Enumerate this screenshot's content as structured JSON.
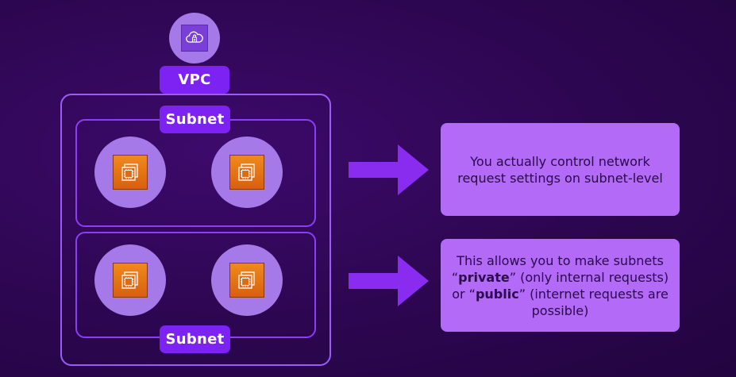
{
  "diagram": {
    "vpc": {
      "icon": "cloud-lock-icon",
      "label": "VPC"
    },
    "subnets": [
      {
        "label": "Subnet",
        "instances": [
          "ec2-instance-icon",
          "ec2-instance-icon"
        ]
      },
      {
        "label": "Subnet",
        "instances": [
          "ec2-instance-icon",
          "ec2-instance-icon"
        ]
      }
    ],
    "callouts": [
      {
        "text": "You actually control network request settings on subnet-level"
      },
      {
        "line_1": "This allows you to make subnets",
        "q1_open": "“",
        "private_word": "private",
        "q1_close": "”",
        "private_desc": " (only internal requests)",
        "or_word": "or ",
        "q2_open": "“",
        "public_word": "public",
        "q2_close": "”",
        "public_desc": " (internet requests are possible)"
      }
    ],
    "colors": {
      "background": "#2c0650",
      "pill": "#7c22f3",
      "frame": "#9b5cf5",
      "instance_circle": "#a57ae8",
      "ec2_orange": "#e8761a",
      "arrow": "#8a2cf0",
      "callout": "#b36af7"
    }
  }
}
